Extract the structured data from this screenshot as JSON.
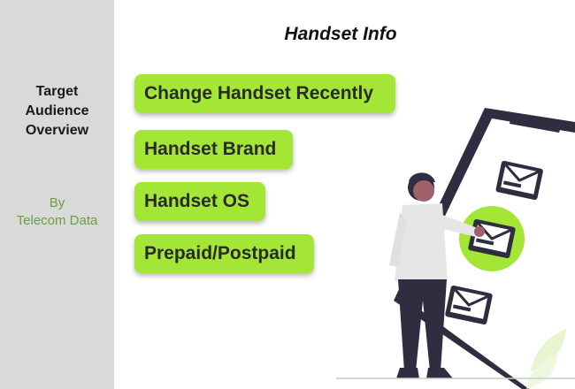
{
  "sidebar": {
    "title_lines": [
      "Target",
      "Audience",
      "Overview"
    ],
    "subtitle_lines": [
      "By",
      "Telecom Data"
    ]
  },
  "main": {
    "title": "Handset Info",
    "items": [
      {
        "label": "Change Handset Recently"
      },
      {
        "label": "Handset Brand"
      },
      {
        "label": "Handset OS"
      },
      {
        "label": "Prepaid/Postpaid"
      }
    ]
  },
  "colors": {
    "sidebar_bg": "#d9d9d9",
    "accent_green": "#a3e635",
    "subtitle_green": "#6b9e3f",
    "dark": "#2f2e41"
  },
  "illustration": {
    "icon": "person-with-phone-illustration"
  }
}
